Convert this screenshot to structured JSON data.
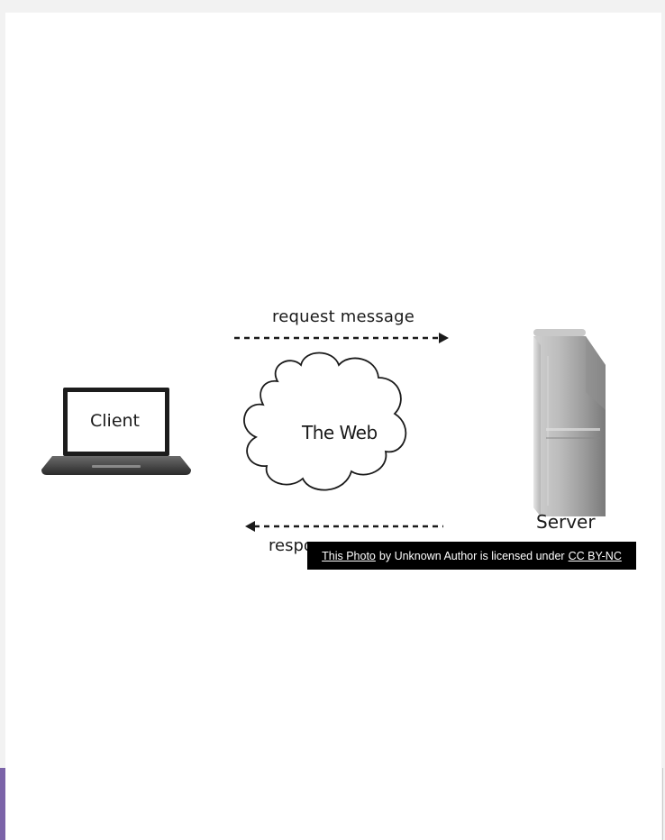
{
  "diagram": {
    "request_label": "request message",
    "response_label": "response message",
    "client_label": "Client",
    "web_label": "The Web",
    "server_label": "Server"
  },
  "caption": {
    "photo_link": "This Photo",
    "middle_text": "by Unknown Author is licensed under",
    "license_link": "CC BY-NC"
  },
  "colors": {
    "accent": "#7b63a8",
    "caption_bg": "#000000",
    "ink": "#1a1a1a"
  },
  "icons": [
    "laptop-icon",
    "cloud-icon",
    "server-tower-icon",
    "arrow-right-icon",
    "arrow-left-icon"
  ]
}
